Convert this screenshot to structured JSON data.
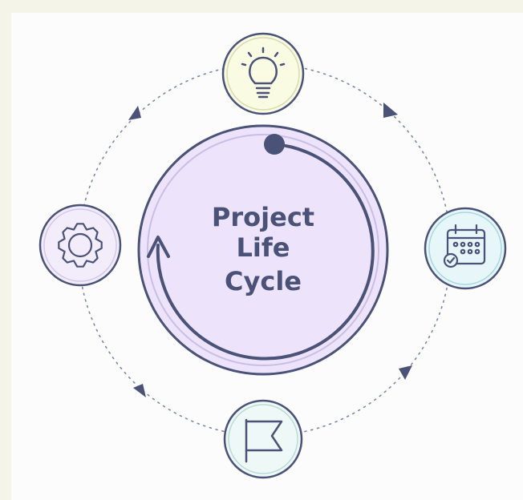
{
  "diagram": {
    "title_lines": [
      "Project",
      "Life",
      "Cycle"
    ],
    "colors": {
      "background": "#fbfcfb",
      "outer_bg": "#f4f5e8",
      "ink": "#4a5278",
      "center_fill": "#ede3fb",
      "idea_fill": "#fafbe3",
      "schedule_fill": "#e6f6f9",
      "execute_fill": "#f2ecfb",
      "finish_fill": "#eef8f6"
    },
    "stages": [
      {
        "icon": "lightbulb-icon"
      },
      {
        "icon": "calendar-icon"
      },
      {
        "icon": "flag-icon"
      },
      {
        "icon": "gear-icon"
      }
    ]
  }
}
